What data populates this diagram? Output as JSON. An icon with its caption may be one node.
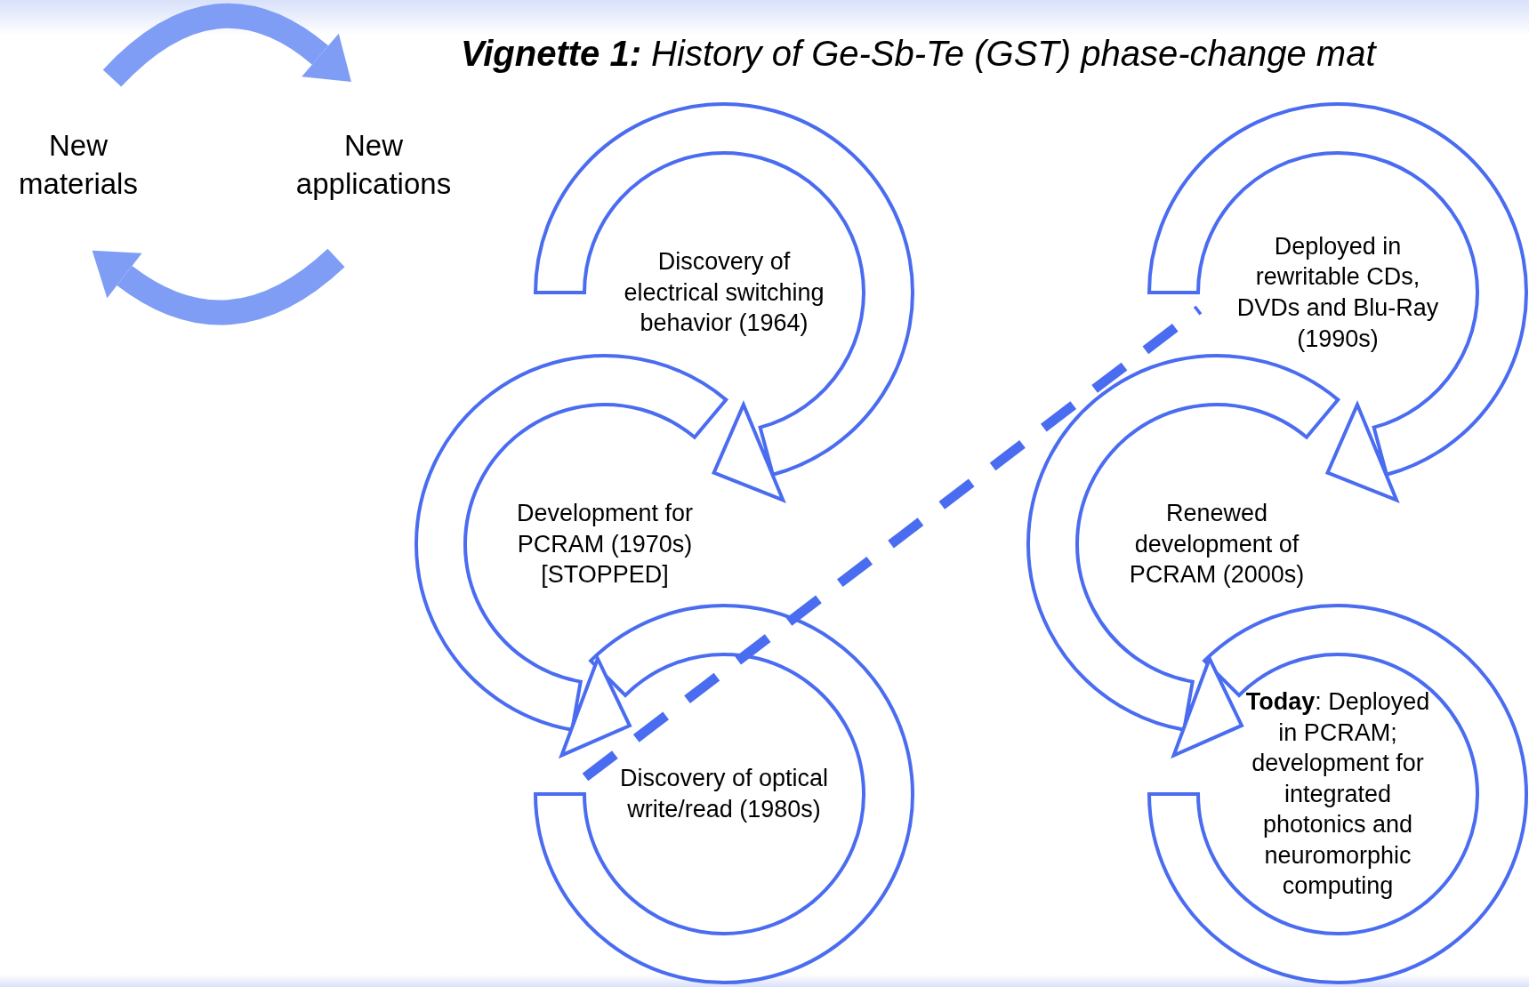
{
  "diagram": {
    "title": "**Vignette 1:** History of Ge-Sb-Te (GST) phase-change mat",
    "nodes": [
      {
        "text": [
          "New materials"
        ]
      },
      {
        "text": [
          "New applications"
        ]
      },
      {
        "text": [
          "Discovery of electrical switching behavior (1964)"
        ]
      },
      {
        "text": [
          "Development for PCRAM (1970s) [STOPPED]"
        ]
      },
      {
        "text": [
          "Discovery of optical write/read (1980s)"
        ]
      },
      {
        "text": [
          "Deployed in rewritable CDs, DVDs and Blu-Ray (1990s)"
        ]
      },
      {
        "text": [
          "Renewed development of PCRAM (2000s)"
        ]
      },
      {
        "text": [
          "**Today**: Deployed in PCRAM; development for integrated photonics and neuromorphic computing"
        ]
      }
    ],
    "edges": [
      {
        "from": 0,
        "to": 1,
        "arrow": "to",
        "style": "thick",
        "color": "#7f9df5"
      },
      {
        "from": 1,
        "to": 0,
        "arrow": "to",
        "style": "thick",
        "color": "#7f9df5"
      },
      {
        "from": 2,
        "to": 3,
        "arrow": "to"
      },
      {
        "from": 3,
        "to": 4,
        "arrow": "to"
      },
      {
        "from": 4,
        "to": 5,
        "arrow": "none",
        "style": "dashed"
      },
      {
        "from": 5,
        "to": 6,
        "arrow": "to"
      },
      {
        "from": 6,
        "to": 7,
        "arrow": "to"
      }
    ]
  }
}
